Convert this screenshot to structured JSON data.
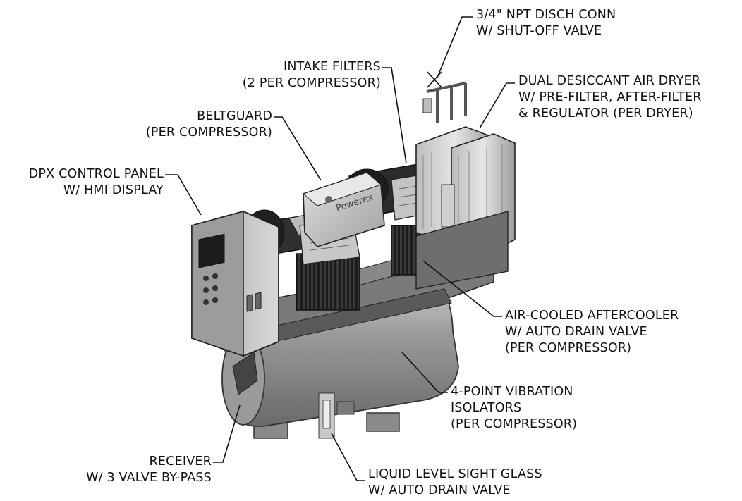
{
  "callouts": {
    "discharge": [
      "3/4\" NPT DISCH CONN",
      "W/ SHUT-OFF VALVE"
    ],
    "intake": [
      "INTAKE FILTERS",
      "(2 PER COMPRESSOR)"
    ],
    "dryer": [
      "DUAL DESICCANT AIR DRYER",
      "W/ PRE-FILTER, AFTER-FILTER",
      "& REGULATOR (PER DRYER)"
    ],
    "beltguard": [
      "BELTGUARD",
      "(PER COMPRESSOR)"
    ],
    "control_panel": [
      "DPX CONTROL PANEL",
      "W/ HMI DISPLAY"
    ],
    "aftercooler": [
      "AIR-COOLED AFTERCOOLER",
      "W/ AUTO DRAIN VALVE",
      "(PER COMPRESSOR)"
    ],
    "isolators": [
      "4-POINT VIBRATION",
      "ISOLATORS",
      "(PER COMPRESSOR)"
    ],
    "receiver": [
      "RECEIVER",
      "W/ 3 VALVE BY-PASS"
    ],
    "sight_glass": [
      "LIQUID LEVEL SIGHT GLASS",
      "W/ AUTO DRAIN VALVE"
    ]
  },
  "brand_mark": "Powerex"
}
